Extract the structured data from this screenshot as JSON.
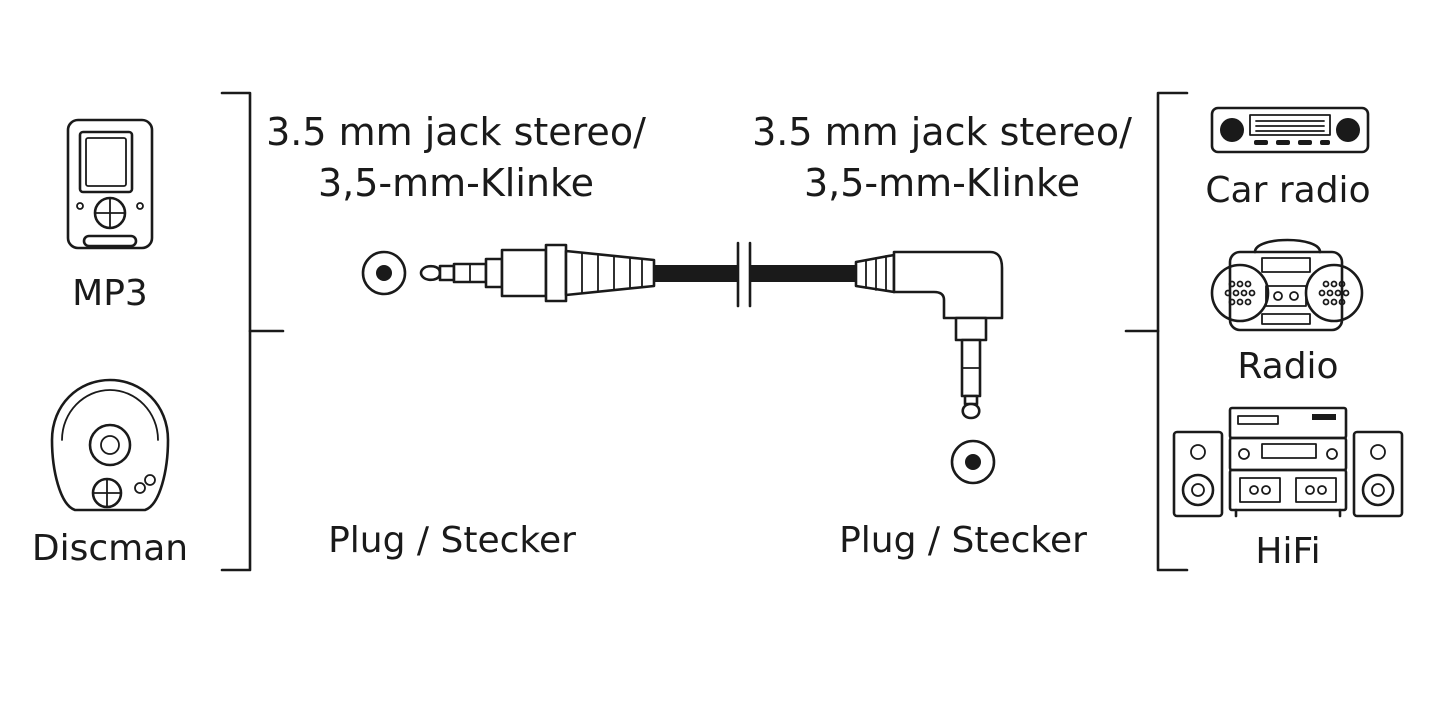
{
  "left_devices": [
    "MP3",
    "Discman"
  ],
  "connector_left": {
    "title_line1": "3.5 mm jack stereo/",
    "title_line2": "3,5-mm-Klinke",
    "gender": "Plug / Stecker"
  },
  "connector_right": {
    "title_line1": "3.5 mm jack stereo/",
    "title_line2": "3,5-mm-Klinke",
    "gender": "Plug / Stecker"
  },
  "right_devices": [
    "Car radio",
    "Radio",
    "HiFi"
  ]
}
